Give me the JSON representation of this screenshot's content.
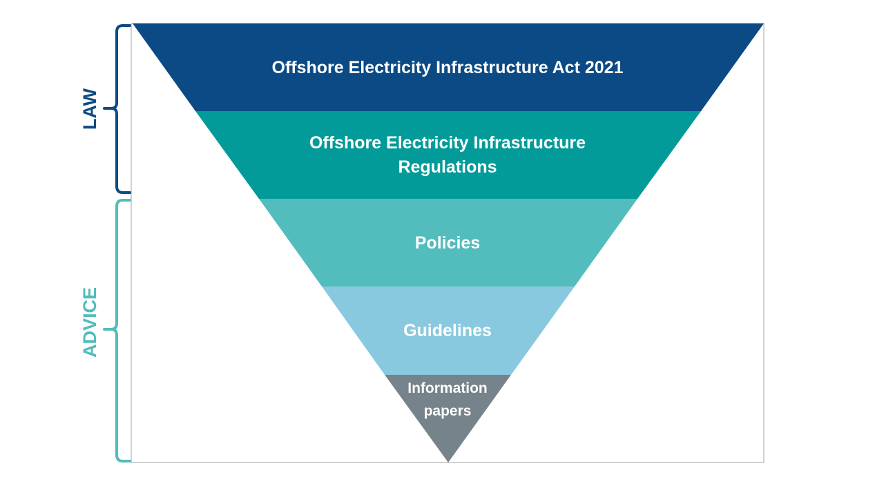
{
  "brackets": [
    {
      "label": "LAW",
      "color": "#0e4a84"
    },
    {
      "label": "ADVICE",
      "color": "#52bcbc"
    }
  ],
  "tiers": [
    {
      "lines": [
        "Offshore Electricity Infrastructure Act 2021"
      ],
      "color": "#0b4a84"
    },
    {
      "lines": [
        "Offshore Electricity Infrastructure",
        "Regulations"
      ],
      "color": "#029b99"
    },
    {
      "lines": [
        "Policies"
      ],
      "color": "#53bcbc"
    },
    {
      "lines": [
        "Guidelines"
      ],
      "color": "#89c9e0"
    },
    {
      "lines": [
        "Information",
        "papers"
      ],
      "color": "#77838a"
    }
  ]
}
